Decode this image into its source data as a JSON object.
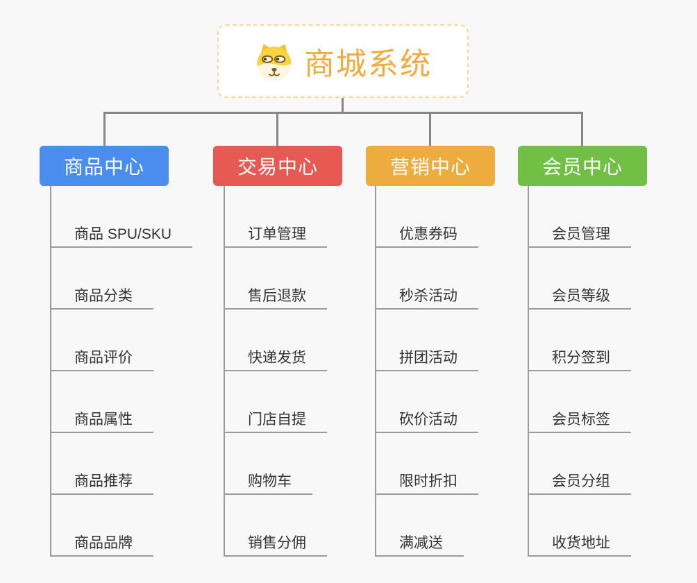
{
  "root": {
    "title": "商城系统",
    "icon": "dog-face-icon",
    "title_color": "#f0ac3e",
    "border_color": "#f6d9a2"
  },
  "branches": [
    {
      "title": "商品中心",
      "color": "#4a8def",
      "items": [
        "商品 SPU/SKU",
        "商品分类",
        "商品评价",
        "商品属性",
        "商品推荐",
        "商品品牌"
      ]
    },
    {
      "title": "交易中心",
      "color": "#e75a54",
      "items": [
        "订单管理",
        "售后退款",
        "快递发货",
        "门店自提",
        "购物车",
        "销售分佣"
      ]
    },
    {
      "title": "营销中心",
      "color": "#edad3e",
      "items": [
        "优惠券码",
        "秒杀活动",
        "拼团活动",
        "砍价活动",
        "限时折扣",
        "满减送"
      ]
    },
    {
      "title": "会员中心",
      "color": "#71bf44",
      "items": [
        "会员管理",
        "会员等级",
        "积分签到",
        "会员标签",
        "会员分组",
        "收货地址"
      ]
    }
  ],
  "style": {
    "background": "#f8f8f8",
    "connector_color": "#868686",
    "underline_color": "#9b9b9b",
    "item_text_color": "#333333",
    "branch_text_color": "#ffffff"
  }
}
